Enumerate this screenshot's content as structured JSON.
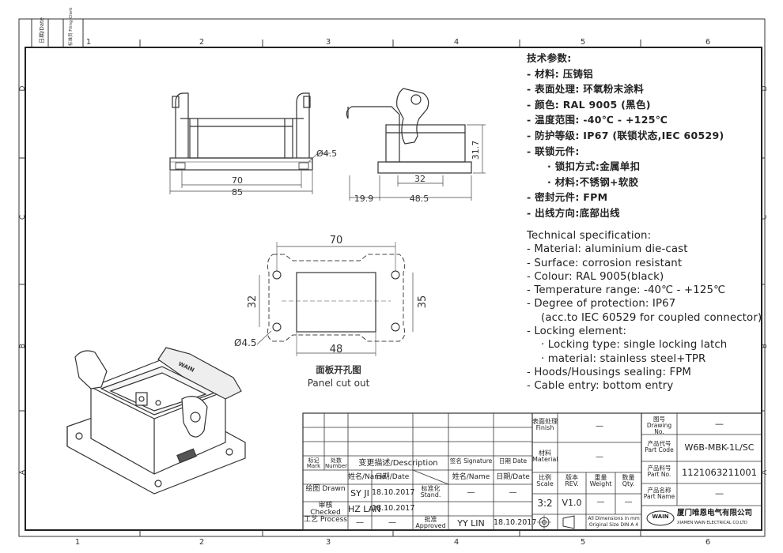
{
  "border": {
    "cols_top": [
      "1",
      "2",
      "3",
      "4",
      "5",
      "6"
    ],
    "cols_bottom": [
      "1",
      "2",
      "3",
      "4",
      "5",
      "6"
    ],
    "rows_right": [
      "D",
      "C",
      "B",
      "A"
    ],
    "rows_left": [
      "D",
      "C",
      "B",
      "A"
    ],
    "side_labels": [
      "日期/Date",
      "标准员 Filing Clerk"
    ]
  },
  "drawing": {
    "dims_front": {
      "hole": "Ø4.5",
      "inner": "70",
      "outer": "85"
    },
    "dims_side": {
      "height": "31.7",
      "w32": "32",
      "w19": "19.9",
      "w48": "48.5"
    },
    "dims_panel": {
      "top": "70",
      "bottom": "48",
      "left": "32",
      "right": "35",
      "hole": "Ø4.5"
    },
    "panel_caption_cn": "面板开孔图",
    "panel_caption_en": "Panel cut out",
    "iso_label": "WAIN"
  },
  "spec_cn": [
    "技术参数:",
    "- 材料: 压铸铝",
    "- 表面处理: 环氧粉末涂料",
    "- 颜色: RAL 9005 (黑色)",
    "- 温度范围: -40℃ - +125℃",
    "- 防护等级: IP67 (联锁状态,IEC 60529)",
    "- 联锁元件:",
    "· 锁扣方式:金属单扣",
    "· 材料:不锈钢+软胶",
    "- 密封元件: FPM",
    "- 出线方向:底部出线"
  ],
  "spec_en": [
    "Technical specification:",
    "- Material: aluminium die-cast",
    "- Surface: corrosion resistant",
    "- Colour: RAL 9005(black)",
    "- Temperature range: -40℃ - +125℃",
    "- Degree of protection: IP67",
    "(acc.to IEC 60529 for coupled connector)",
    "- Locking element:",
    "· Locking type: single locking latch",
    "· material: stainless steel+TPR",
    "- Hoods/Housings sealing: FPM",
    "- Cable entry: bottom entry"
  ],
  "title_block": {
    "mark": "标记 Mark",
    "number": "处数 Number",
    "desc": "变更描述/Description",
    "signature": "签名 Signature",
    "date_hdr": "日期 Date",
    "name_hdr": "姓名/Name",
    "date_hdr2": "日期/Date",
    "name_hdr2": "姓名/Name",
    "date_hdr3": "日期/Date",
    "drawn": "绘图 Drawn",
    "drawn_name": "SY JI",
    "drawn_date": "18.10.2017",
    "stand": "标准化 Stand.",
    "stand_name": "—",
    "stand_date": "—",
    "checked": "审核 Checked",
    "checked_name": "HZ LAN",
    "checked_date": "18.10.2017",
    "process": "工艺 Process",
    "process_name": "—",
    "process_date": "—",
    "approved": "批准 Approved",
    "approved_name": "YY LIN",
    "approved_date": "18.10.2017",
    "finish_label": "表面处理 Finish",
    "finish_value": "—",
    "material_label": "材料 Material",
    "material_value": "—",
    "scale_label": "比例 Scale",
    "rev_label": "版本 REV.",
    "weight_label": "重量 Weight",
    "qty_label": "数量 Qty.",
    "scale_value": "3:2",
    "rev_value": "V1.0",
    "weight_value": "—",
    "qty_value": "—",
    "units_note_1": "All Dimensions in mm",
    "units_note_2": "Original Size DIN A 4",
    "drawing_no_label": "图号 Drawing No.",
    "drawing_no": "—",
    "part_code_label": "产品代号 Part Code",
    "part_code": "W6B-MBK-1L/SC",
    "part_no_label": "产品料号 Part No.",
    "part_no": "1121063211001",
    "part_name_label": "产品名称 Part Name",
    "part_name": "—",
    "company_cn": "厦门唯恩电气有限公司",
    "company_en": "XIAMEN WAIN ELECTRICAL CO.LTD",
    "logo": "WAIN"
  }
}
